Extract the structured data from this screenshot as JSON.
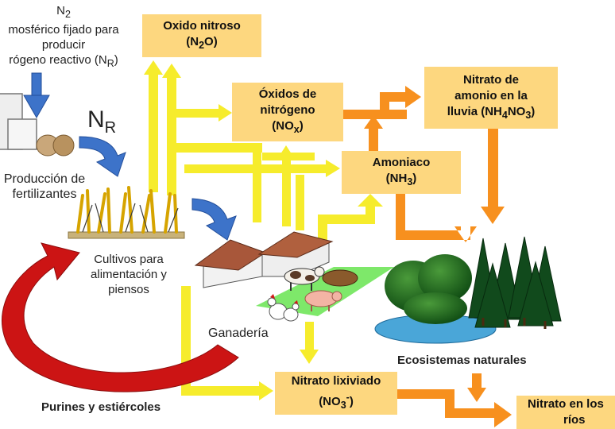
{
  "colors": {
    "box_fill": "#fdd77f",
    "yellow_arrow": "#f6ec2c",
    "orange_arrow": "#f7901e",
    "blue_arrow": "#3d73c9",
    "red_arrow": "#cc1414",
    "field_green": "#7ee86a"
  },
  "sources": {
    "n2_label": "N",
    "n2_sub": "2",
    "atm_line1": "mosférico fijado para",
    "atm_line2": "producir",
    "atm_line3": "rógeno reactivo (N",
    "atm_line3_sub": "R",
    "atm_line3_end": ")",
    "nr_label": "N",
    "nr_sub": "R",
    "fertilizer_line1": "Producción de",
    "fertilizer_line2": "fertilizantes",
    "crops_line1": "Cultivos para",
    "crops_line2": "alimentación y",
    "crops_line3": "piensos",
    "livestock_label": "Ganadería",
    "manure_label": "Purines y estiércoles",
    "ecosystems_label": "Ecosistemas naturales"
  },
  "boxes": {
    "n2o_line1": "Oxido nitroso",
    "n2o_line2a": "(N",
    "n2o_sub": "2",
    "n2o_line2b": "O)",
    "nox_line1": "Óxidos de",
    "nox_line2": "nitrógeno",
    "nox_line3a": "(NO",
    "nox_sub": "x",
    "nox_line3b": ")",
    "nh3_line1": "Amoniaco",
    "nh3_line2a": "(NH",
    "nh3_sub": "3",
    "nh3_line2b": ")",
    "nh4no3_line1": "Nitrato de",
    "nh4no3_line2": "amonio en la",
    "nh4no3_line3a": "lluvia (NH",
    "nh4no3_sub1": "4",
    "nh4no3_mid": "NO",
    "nh4no3_sub2": "3",
    "nh4no3_line3b": ")",
    "leached_line1": "Nitrato lixiviado",
    "leached_line2a": "(NO",
    "leached_sub": "3",
    "leached_sup": "-",
    "leached_line2b": ")",
    "rivers_line1": "Nitrato en los",
    "rivers_line2": "ríos"
  }
}
